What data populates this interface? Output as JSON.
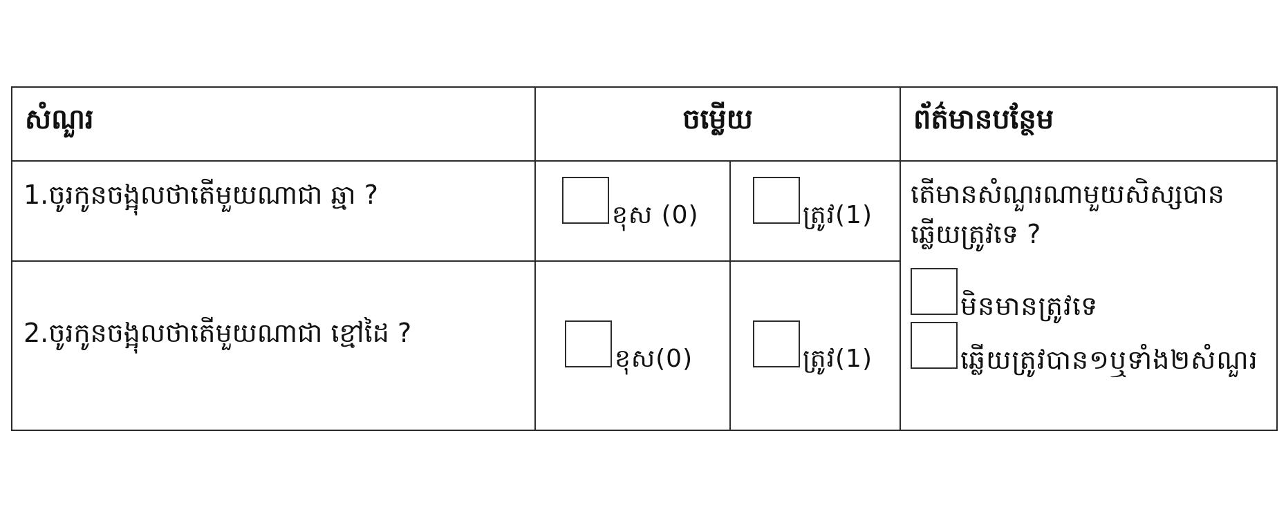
{
  "table": {
    "headers": {
      "question": "សំណួរ",
      "answer": "ចម្លើយ",
      "info": "ព័ត៌មានបន្ថែម"
    },
    "rows": [
      {
        "question": "1.ចូរកូនចង្អុលថាតើមួយណាជា ឆ្មា ?",
        "wrong_label": "ខុស (0)",
        "correct_label": "ត្រូវ(1)"
      },
      {
        "question": "2.ចូរកូនចង្អុលថាតើមួយណាជា ខ្មៅដៃ ?",
        "wrong_label": "ខុស(0)",
        "correct_label": "ត្រូវ(1)"
      }
    ],
    "info": {
      "prompt": "តើមានសំណួរណាមួយសិស្សបានឆ្លើយត្រូវទេ ?",
      "options": [
        "មិនមានត្រូវទេ",
        "ឆ្លើយត្រូវបាន១ឬទាំង២សំណួរ"
      ]
    }
  }
}
